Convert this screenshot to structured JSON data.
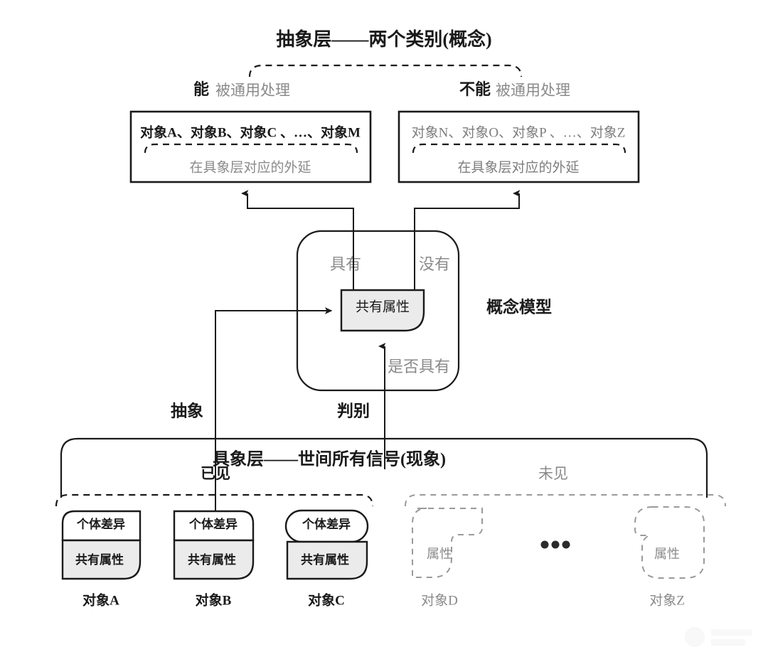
{
  "abstract_layer": {
    "title": "抽象层——两个类别(概念)",
    "left_category": {
      "heading_bold": "能",
      "heading_rest": "被通用处理",
      "members": "对象A、对象B、对象C 、…、对象M",
      "caption": "在具象层对应的外延"
    },
    "right_category": {
      "heading_bold": "不能",
      "heading_rest": "被通用处理",
      "members": "对象N、对象O、对象P 、…、对象Z",
      "caption": "在具象层对应的外延"
    }
  },
  "concept_model": {
    "label": "概念模型",
    "core_box": "共有属性",
    "branch_yes": "具有",
    "branch_no": "没有",
    "query_label": "是否具有"
  },
  "process_labels": {
    "abstraction": "抽象",
    "discrimination": "判别"
  },
  "concrete_layer": {
    "title": "具象层——世间所有信号(现象)",
    "seen_label": "已见",
    "unseen_label": "未见",
    "seen_objects": [
      {
        "top": "个体差异",
        "bottom": "共有属性",
        "name": "对象A"
      },
      {
        "top": "个体差异",
        "bottom": "共有属性",
        "name": "对象B"
      },
      {
        "top": "个体差异",
        "bottom": "共有属性",
        "name": "对象C"
      }
    ],
    "unseen_objects": [
      {
        "body": "属性",
        "name": "对象D"
      },
      {
        "body": "属性",
        "name": "对象Z"
      }
    ],
    "ellipsis": "•••"
  },
  "colors": {
    "ink": "#1a1a1a",
    "muted": "#8a8a8a",
    "shade": "#ebebeb",
    "dashed_gray": "#9a9a9a"
  }
}
